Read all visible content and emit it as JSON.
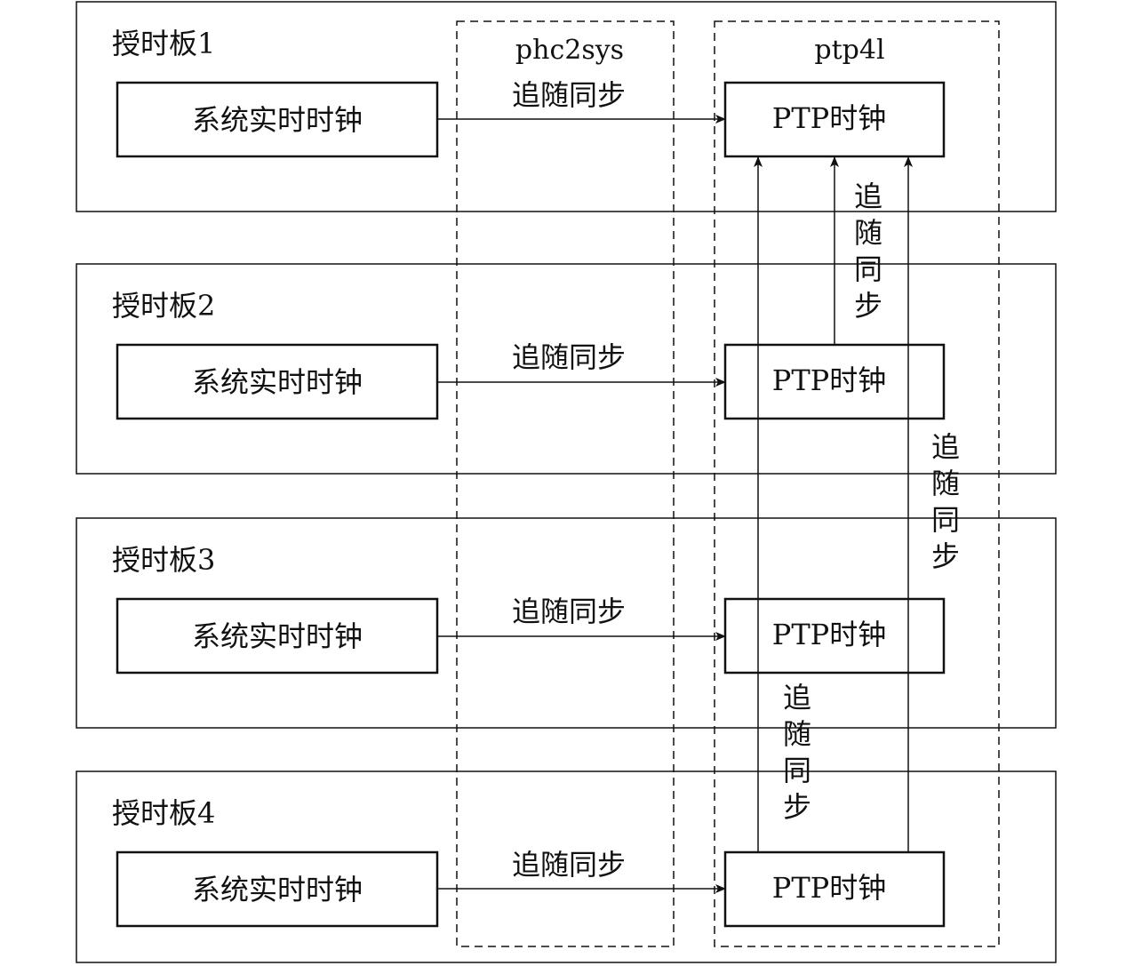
{
  "columns": {
    "phc2sys": "phc2sys",
    "ptp4l": "ptp4l"
  },
  "boards": [
    {
      "title": "授时板1",
      "system_clock": "系统实时时钟",
      "sync_label": "追随同步",
      "ptp_clock": "PTP时钟"
    },
    {
      "title": "授时板2",
      "system_clock": "系统实时时钟",
      "sync_label": "追随同步",
      "ptp_clock": "PTP时钟"
    },
    {
      "title": "授时板3",
      "system_clock": "系统实时时钟",
      "sync_label": "追随同步",
      "ptp_clock": "PTP时钟"
    },
    {
      "title": "授时板4",
      "system_clock": "系统实时时钟",
      "sync_label": "追随同步",
      "ptp_clock": "PTP时钟"
    }
  ],
  "vertical_sync": {
    "from_board2": [
      "追",
      "随",
      "同",
      "步"
    ],
    "from_board3": [
      "追",
      "随",
      "同",
      "步"
    ],
    "from_board4": [
      "追",
      "随",
      "同",
      "步"
    ]
  }
}
